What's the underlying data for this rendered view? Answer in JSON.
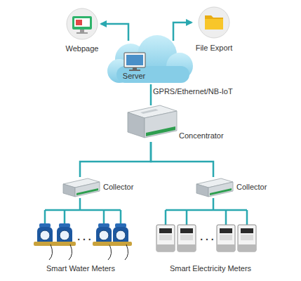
{
  "diagram": {
    "nodes": [
      {
        "text": [
          "Webpage"
        ]
      },
      {
        "text": [
          "File Export"
        ]
      },
      {
        "text": [
          "Server"
        ]
      },
      {
        "text": [
          "Concentrator"
        ]
      },
      {
        "text": [
          "Collector"
        ]
      },
      {
        "text": [
          "Collector"
        ]
      },
      {
        "text": [
          "Smart Water Meters"
        ]
      },
      {
        "text": [
          "Smart Electricity Meters"
        ]
      }
    ],
    "edges": [
      {
        "from": 2,
        "to": 0,
        "arrow": "to"
      },
      {
        "from": 2,
        "to": 1,
        "arrow": "to"
      },
      {
        "from": 3,
        "to": 2,
        "arrow": "none",
        "label": "GPRS/Ethernet/NB-IoT"
      },
      {
        "from": 3,
        "to": 4,
        "arrow": "none"
      },
      {
        "from": 3,
        "to": 5,
        "arrow": "none"
      },
      {
        "from": 4,
        "to": 6,
        "arrow": "none"
      },
      {
        "from": 5,
        "to": 7,
        "arrow": "none"
      }
    ],
    "labels": [
      ". . .",
      ". . ."
    ]
  }
}
